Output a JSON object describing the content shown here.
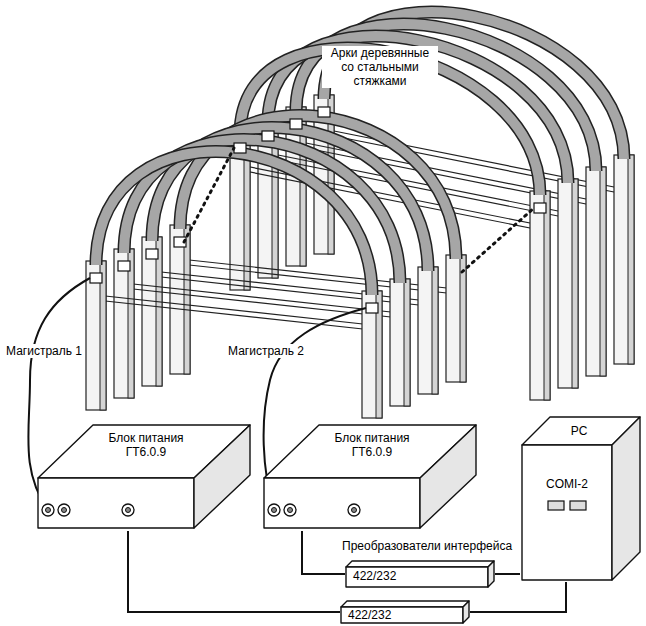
{
  "diagram": {
    "nodes": [
      {
        "text": [
          "Блок питания ГТ6.0.9"
        ]
      },
      {
        "text": [
          "Блок питания ГТ6.0.9"
        ]
      },
      {
        "text": [
          "PC",
          "COMI-2"
        ]
      },
      {
        "text": [
          "422/232"
        ]
      },
      {
        "text": [
          "422/232"
        ]
      }
    ],
    "edges": [
      {
        "from": 0,
        "to": 4,
        "arrow": "none"
      },
      {
        "from": 1,
        "to": 3,
        "arrow": "none"
      },
      {
        "from": 3,
        "to": 2,
        "arrow": "none"
      },
      {
        "from": 4,
        "to": 2,
        "arrow": "none"
      }
    ],
    "labels": [
      "Арки деревянные со стальными стяжками",
      "Магистраль 1",
      "Магистраль 2",
      "Преобразователи интерфейса"
    ]
  }
}
